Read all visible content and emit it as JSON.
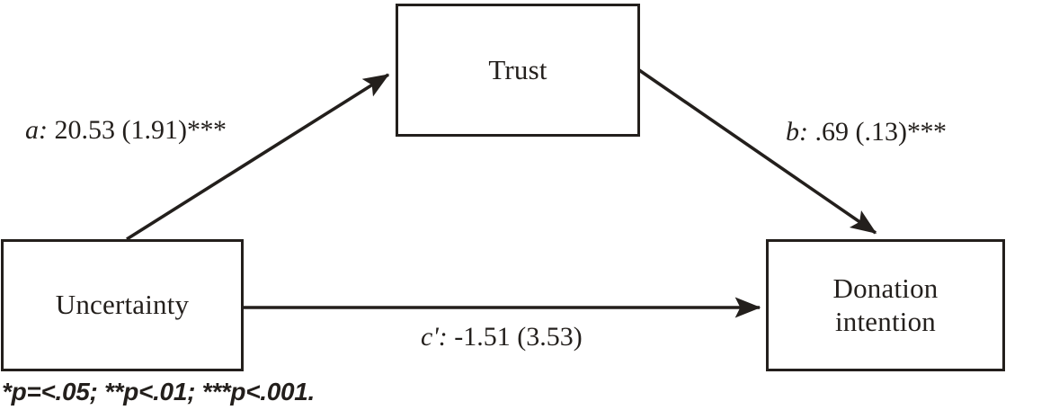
{
  "diagram": {
    "type": "mediation-path-model",
    "nodes": [
      {
        "id": "trust",
        "label": "Trust"
      },
      {
        "id": "uncertainty",
        "label": "Uncertainty"
      },
      {
        "id": "donation",
        "label_line1": "Donation",
        "label_line2": "intention"
      }
    ],
    "edges": [
      {
        "id": "a",
        "from": "uncertainty",
        "to": "trust",
        "coef_name": "a:",
        "estimate": "20.53",
        "se": "(1.91)",
        "stars": "***",
        "full_label": "a: 20.53 (1.91)***"
      },
      {
        "id": "b",
        "from": "trust",
        "to": "donation",
        "coef_name": "b:",
        "estimate": ".69",
        "se": "(.13)",
        "stars": "***",
        "full_label": "b: .69 (.13)***"
      },
      {
        "id": "c-prime",
        "from": "uncertainty",
        "to": "donation",
        "coef_name": "c':",
        "estimate": "-1.51",
        "se": "(3.53)",
        "stars": "",
        "full_label": "c': -1.51 (3.53)"
      }
    ],
    "footnote": "*p=<.05; **p<.01; ***p<.001.",
    "colors": {
      "stroke": "#231f1c",
      "background": "#ffffff",
      "text": "#231f1c"
    }
  }
}
